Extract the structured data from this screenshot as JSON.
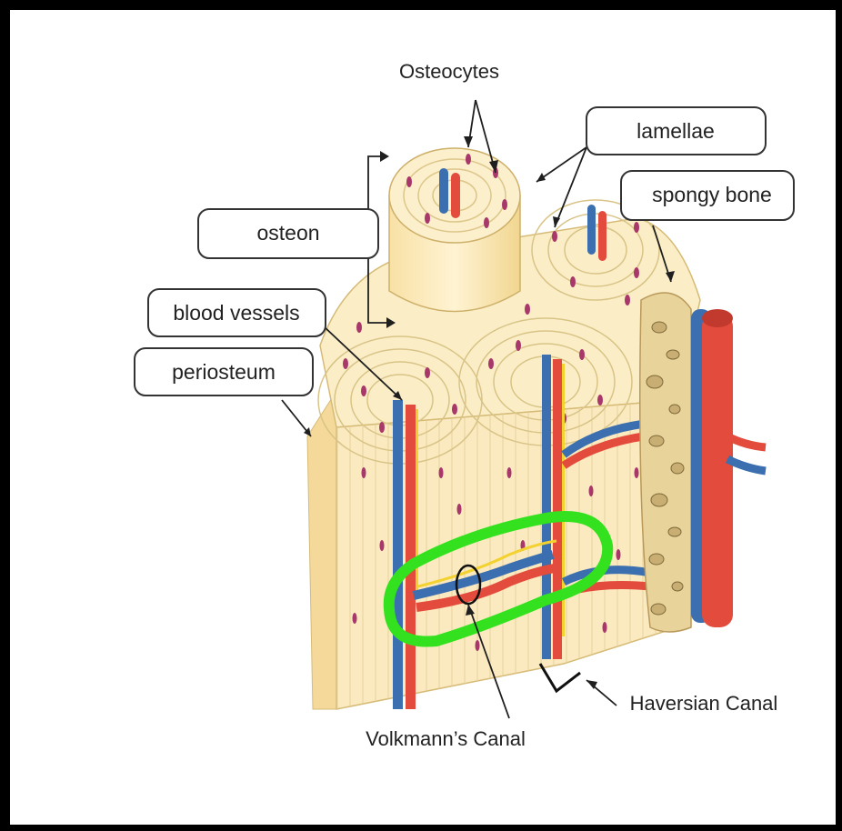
{
  "labels": {
    "osteocytes": "Osteocytes",
    "lamellae": "lamellae",
    "spongy_bone": "spongy bone",
    "osteon": "osteon",
    "blood_vessels": "blood vessels",
    "periosteum": "periosteum",
    "haversian_canal": "Haversian Canal",
    "volkmanns_canal": "Volkmann’s Canal"
  },
  "colors": {
    "frame": "#000000",
    "bone_light": "#fbeec7",
    "bone_side": "#f7e2a9",
    "cell": "#a8376a",
    "artery": "#e34b3c",
    "vein": "#3b6fb0",
    "nerve": "#f3d230",
    "highlight": "#34e11f",
    "spongy": "#c9ae73"
  }
}
